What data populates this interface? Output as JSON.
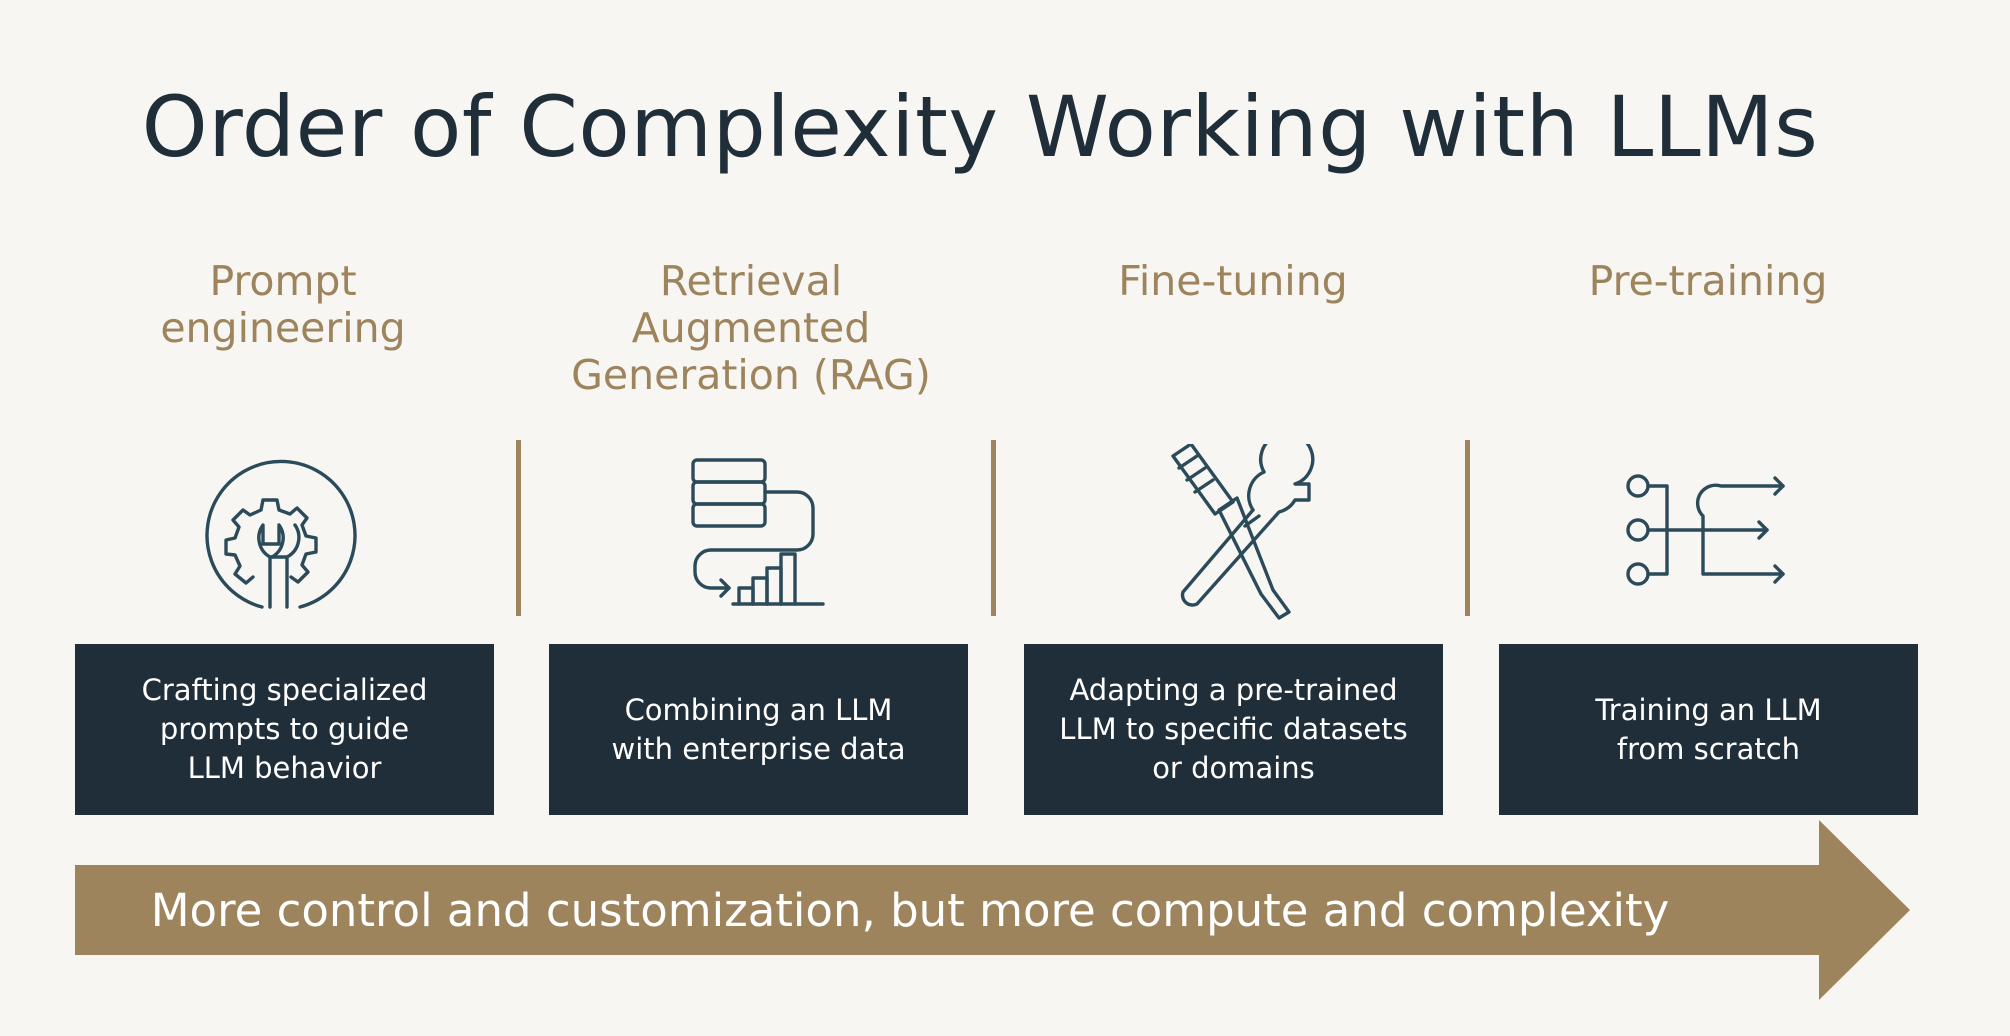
{
  "title": "Order of Complexity Working with LLMs",
  "stages": [
    {
      "title_lines": [
        "Prompt",
        "engineering"
      ],
      "description_lines": [
        "Crafting specialized",
        "prompts to guide",
        "LLM behavior"
      ],
      "icon": "gear-wrench-icon"
    },
    {
      "title_lines": [
        "Retrieval",
        "Augmented",
        "Generation (RAG)"
      ],
      "description_lines": [
        "Combining an LLM",
        "with enterprise data"
      ],
      "icon": "database-chart-icon"
    },
    {
      "title_lines": [
        "Fine-tuning"
      ],
      "description_lines": [
        "Adapting a pre-trained",
        "LLM to specific datasets",
        "or domains"
      ],
      "icon": "tools-icon"
    },
    {
      "title_lines": [
        "Pre-training"
      ],
      "description_lines": [
        "Training an LLM",
        "from scratch"
      ],
      "icon": "branching-flow-icon"
    }
  ],
  "arrow": {
    "label": "More control and customization, but more compute and complexity"
  },
  "colors": {
    "background": "#f8f6f3",
    "title": "#1f2e38",
    "accent": "#9d845c",
    "box": "#1f2e38",
    "icon": "#2b4a5a"
  }
}
